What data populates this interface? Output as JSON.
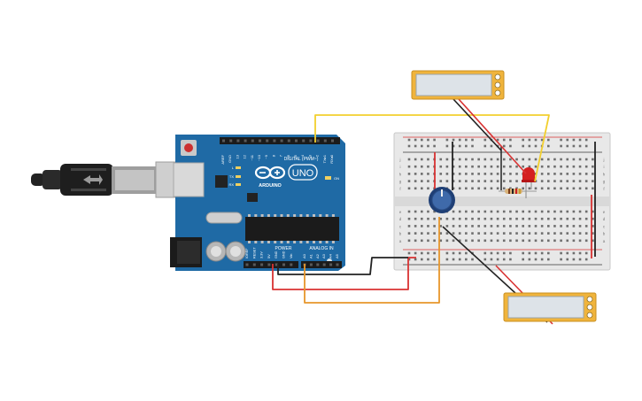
{
  "arduino": {
    "logo_text": "ARDUINO",
    "model": "UNO",
    "digital_label": "DIGITAL (PWM~)",
    "power_label": "POWER",
    "analog_label": "ANALOG IN",
    "on_label": "ON",
    "tx_label": "TX",
    "rx_label": "RX",
    "l_label": "L",
    "top_pins": [
      "AREF",
      "GND",
      "13",
      "12",
      "~11",
      "~10",
      "~9",
      "8",
      "7",
      "~6",
      "~5",
      "4",
      "~3",
      "2",
      "TX▸1",
      "RX◂0"
    ],
    "power_pins": [
      "IOREF",
      "RESET",
      "3.3V",
      "5V",
      "GND",
      "GND",
      "Vin"
    ],
    "analog_pins": [
      "A0",
      "A1",
      "A2",
      "A3",
      "A4",
      "A5"
    ]
  },
  "breadboard": {
    "row_letters_top": [
      "j",
      "i",
      "h",
      "g",
      "f"
    ],
    "row_letters_bottom": [
      "e",
      "d",
      "c",
      "b",
      "a"
    ]
  },
  "colors": {
    "board_blue": "#1f6aa5",
    "wire_yellow": "#f2cf2e",
    "wire_red": "#d93232",
    "wire_black": "#222222",
    "wire_orange": "#e7962b",
    "meter_body": "#f0b43c",
    "led_red": "#d42020"
  }
}
